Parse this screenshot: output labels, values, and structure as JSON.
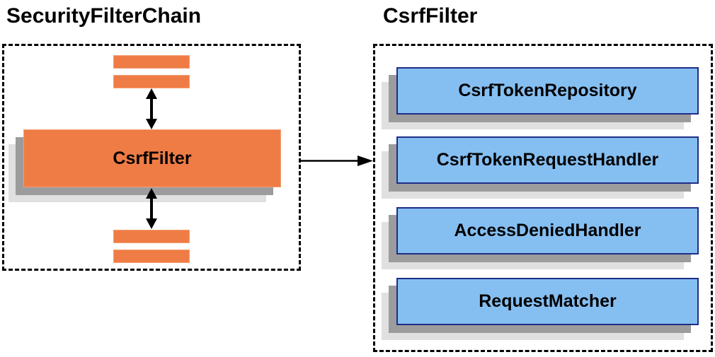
{
  "left_panel": {
    "title": "SecurityFilterChain",
    "filter_box_label": "CsrfFilter"
  },
  "right_panel": {
    "title": "CsrfFilter",
    "components": [
      {
        "label": "CsrfTokenRepository"
      },
      {
        "label": "CsrfTokenRequestHandler"
      },
      {
        "label": "AccessDeniedHandler"
      },
      {
        "label": "RequestMatcher"
      }
    ]
  },
  "icons": {
    "vertical_arrows": "up-down-arrow-icon",
    "horizontal_arrow": "right-arrow-icon"
  },
  "colors": {
    "bg": "#ffffff",
    "orange-fill": "#ef7c45",
    "orange-border": "#f2a176",
    "blue-fill": "#85bff2",
    "blue-border": "#1f2d86",
    "shadow-dark": "#9c9c9c",
    "shadow-light": "#e0e0e0",
    "line": "#000000"
  }
}
